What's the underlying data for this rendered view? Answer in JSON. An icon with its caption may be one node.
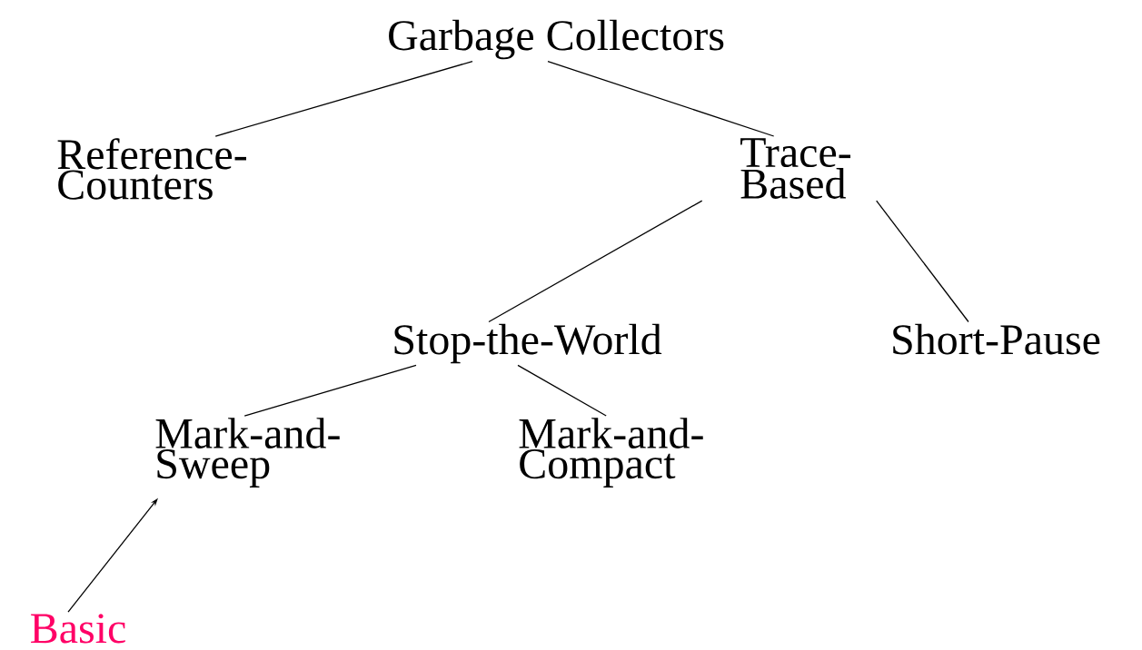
{
  "diagram": {
    "nodes": [
      {
        "text": [
          "Garbage Collectors"
        ]
      },
      {
        "text": [
          "Reference- Counters"
        ]
      },
      {
        "text": [
          "Trace- Based"
        ]
      },
      {
        "text": [
          "Stop-the-World"
        ]
      },
      {
        "text": [
          "Short-Pause"
        ]
      },
      {
        "text": [
          "Mark-and- Sweep"
        ]
      },
      {
        "text": [
          "Mark-and- Compact"
        ]
      },
      {
        "text": [
          "Basic"
        ]
      }
    ],
    "edges": [
      {
        "from": 0,
        "to": 1,
        "arrow": "none"
      },
      {
        "from": 0,
        "to": 2,
        "arrow": "none"
      },
      {
        "from": 2,
        "to": 3,
        "arrow": "none"
      },
      {
        "from": 2,
        "to": 4,
        "arrow": "none"
      },
      {
        "from": 3,
        "to": 5,
        "arrow": "none"
      },
      {
        "from": 3,
        "to": 6,
        "arrow": "none"
      },
      {
        "from": 7,
        "to": 5,
        "arrow": "to"
      }
    ]
  }
}
